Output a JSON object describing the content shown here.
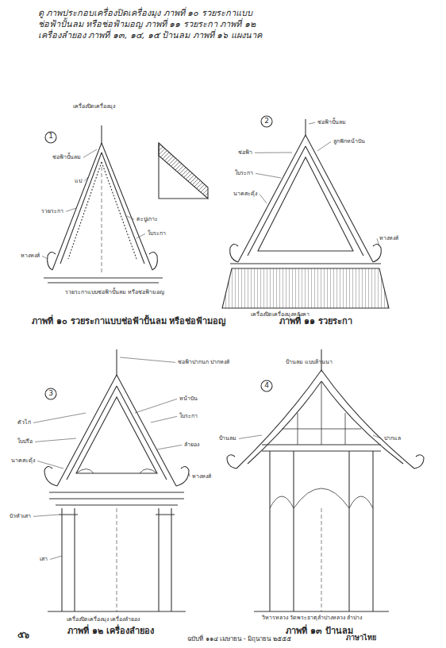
{
  "diagram": {
    "title": "ดู ภาพประกอบเครื่องปิดเครื่องมุง ภาพที่ ๑๐ รวยระกาแบบช่อฟ้าปั้นลม หรือช่อฟ้ามอญ ภาพที่ ๑๑ รวยระกา ภาพที่ ๑๒ เครื่องลำยอง ภาพที่ ๑๓, ๑๔, ๑๕ ป้านลม ภาพที่ ๑๖ แผงนาค",
    "labels": [
      "เครื่องปิดเครื่องมุง",
      "1",
      "ช่อฟ้าปั้นลม",
      "แป",
      "รวยระกา",
      "หางหงส์",
      "ตะปูเกาะ",
      "ใบระกา",
      "รวยระกาแบบช่อฟ้าปั้นลม หรือช่อฟ้ามอญ",
      "ภาพที่ ๑๐ รวยระกาแบบช่อฟ้าปั้นลม หรือช่อฟ้ามอญ",
      "2",
      "ช่อฟ้าปั้นลม",
      "ลูกฟักหน้าบัน",
      "ช่อฟ้า",
      "ใบระกา",
      "นาคสะดุ้ง",
      "หางหงส์",
      "เครื่องปิดเครื่องมุงหลังคา",
      "ภาพที่ ๑๑ รวยระกา",
      "3",
      "ช่อฟ้าปากนก ปากหงส์",
      "หน้าบัน",
      "ใบระกา",
      "ลำยอง",
      "หางหงส์",
      "ตัวไก่",
      "ใบปรือ",
      "นาคสะดุ้ง",
      "บัวหัวเสา",
      "เสา",
      "เครื่องปิดเครื่องมุง เครื่องลำยอง",
      "ภาพที่ ๑๒ เครื่องลำยอง",
      "ป้านลม แบบล้านนา",
      "4",
      "ป้านลม",
      "ปากแล",
      "วิหารหลวง วัดพระธาตุลำปางหลวง ลำปาง",
      "ภาพที่ ๑๓ ป้านลม",
      "๕๖",
      "ฉบับที่ ๑๑๔ เมษายน - มิถุนายน ๒๕๕๕",
      "ภาษาไทย"
    ]
  }
}
